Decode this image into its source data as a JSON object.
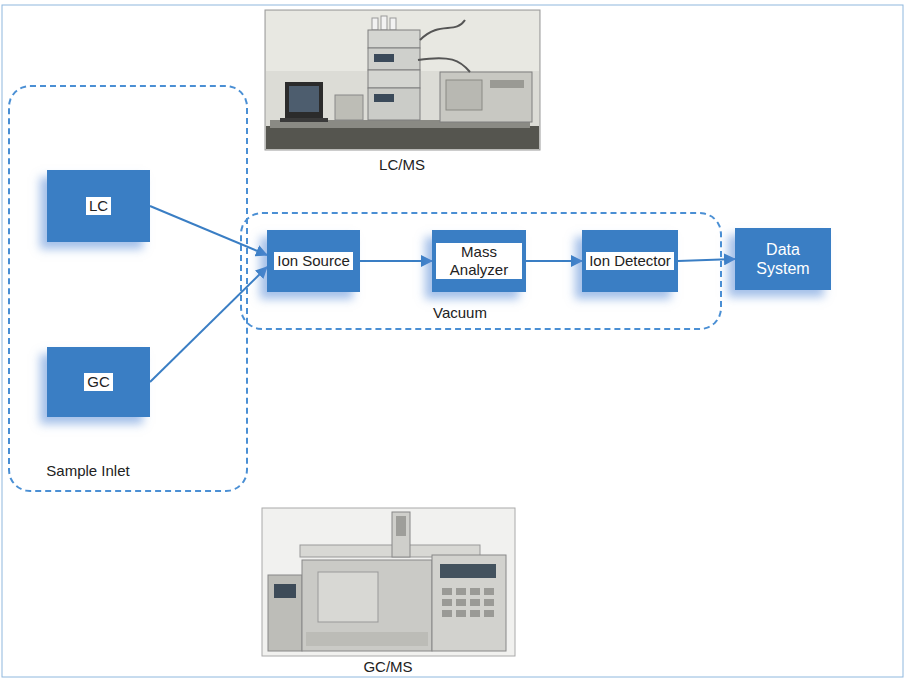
{
  "diagram": {
    "nodes": [
      {
        "text": [
          "Sample Inlet"
        ]
      },
      {
        "text": [
          "LC"
        ],
        "in": 0
      },
      {
        "text": [
          "GC"
        ],
        "in": 0
      },
      {
        "text": [
          "Vacuum"
        ]
      },
      {
        "text": [
          "Ion Source"
        ],
        "in": 3
      },
      {
        "text": [
          "Mass Analyzer"
        ],
        "in": 3
      },
      {
        "text": [
          "Ion Detector"
        ],
        "in": 3
      },
      {
        "text": [
          "Data System"
        ]
      }
    ],
    "edges": [
      {
        "from": 1,
        "to": 4,
        "arrow": "to"
      },
      {
        "from": 2,
        "to": 4,
        "arrow": "to"
      },
      {
        "from": 4,
        "to": 5,
        "arrow": "to"
      },
      {
        "from": 5,
        "to": 6,
        "arrow": "to"
      },
      {
        "from": 6,
        "to": 7,
        "arrow": "to"
      }
    ],
    "labels": [
      "LC/MS",
      "GC/MS"
    ]
  }
}
